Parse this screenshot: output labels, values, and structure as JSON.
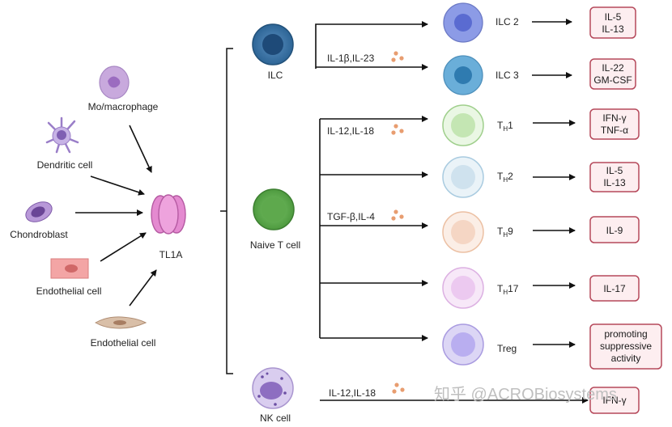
{
  "sources": {
    "macrophage": "Mo/macrophage",
    "dendritic": "Dendritic cell",
    "chondroblast": "Chondroblast",
    "endothelial_1": "Endothelial cell",
    "endothelial_2": "Endothelial cell"
  },
  "center": {
    "label": "TL1A"
  },
  "targets": {
    "ilc": "ILC",
    "naive_t": "Naive T cell",
    "nk": "NK cell"
  },
  "signals": {
    "ilc": "IL-1β,IL-23",
    "th1": "IL-12,IL-18",
    "th9": "TGF-β,IL-4",
    "nk": "IL-12,IL-18"
  },
  "subsets": [
    {
      "label": "ILC 2",
      "sub": "",
      "cytokines": [
        "IL-5",
        "IL-13"
      ]
    },
    {
      "label": "ILC 3",
      "sub": "",
      "cytokines": [
        "IL-22",
        "GM-CSF"
      ]
    },
    {
      "label": "T",
      "sub": "H",
      "suffix": "1",
      "cytokines": [
        "IFN-γ",
        "TNF-α"
      ]
    },
    {
      "label": "T",
      "sub": "H",
      "suffix": "2",
      "cytokines": [
        "IL-5",
        "IL-13"
      ]
    },
    {
      "label": "T",
      "sub": "H",
      "suffix": "9",
      "cytokines": [
        "IL-9"
      ]
    },
    {
      "label": "T",
      "sub": "H",
      "suffix": "17",
      "cytokines": [
        "IL-17"
      ]
    },
    {
      "label": "Treg",
      "sub": "",
      "suffix": "",
      "cytokines": [
        "promoting",
        "suppressive",
        "activity"
      ]
    }
  ],
  "nk_output": {
    "cytokine": "IFN-γ"
  },
  "watermark": "知乎 @ACROBiosystems",
  "colors": {
    "box_border": "#b5485a",
    "box_fill": "#fdeef0",
    "tl1a": "#e48ad0"
  }
}
